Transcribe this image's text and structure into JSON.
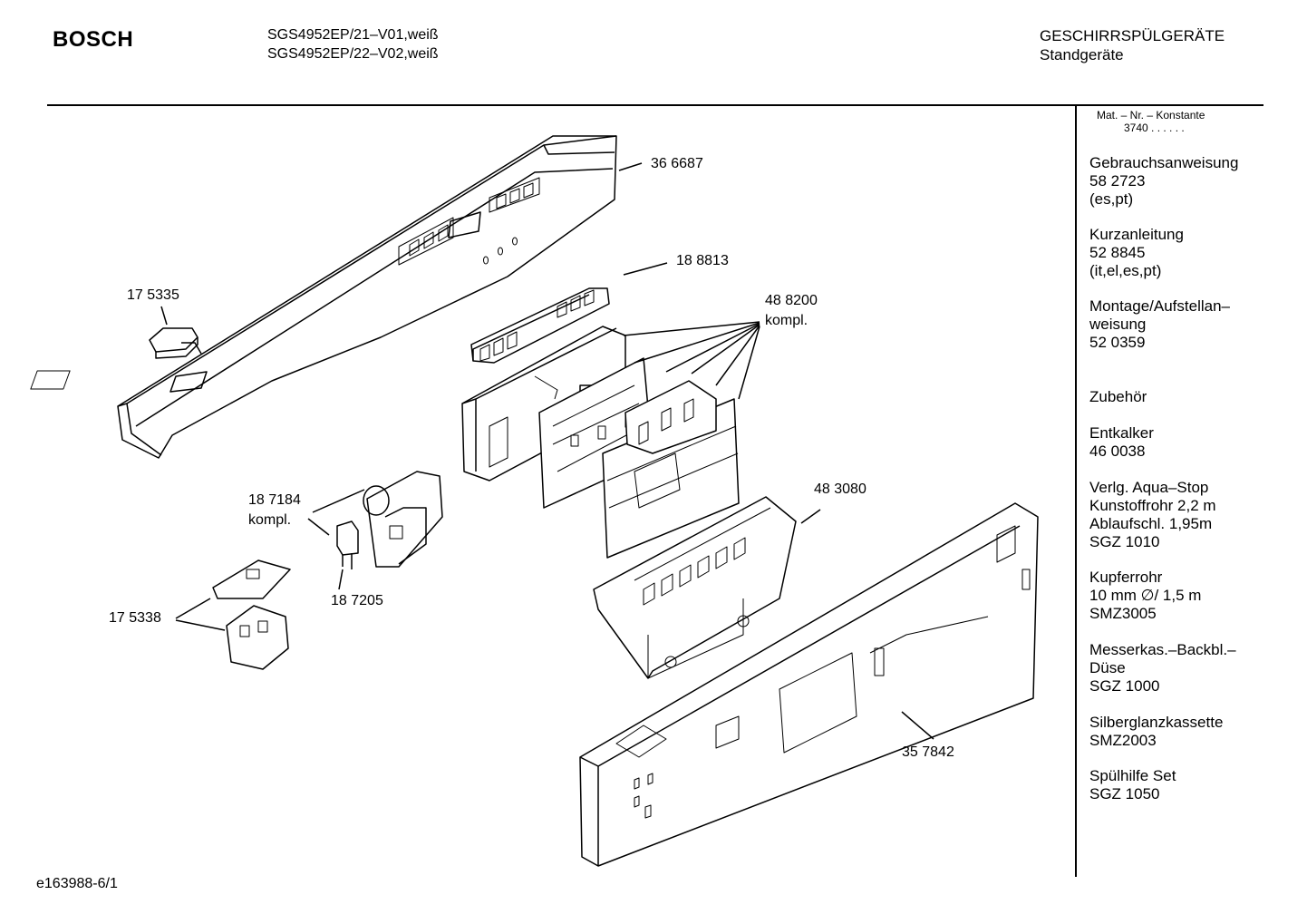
{
  "header": {
    "brand": "BOSCH",
    "models": [
      "SGS4952EP/21–V01,weiß",
      "SGS4952EP/22–V02,weiß"
    ],
    "category": "GESCHIRRSPÜLGERÄTE",
    "subcategory": "Standgeräte"
  },
  "sidebar": {
    "mat_label": "Mat. – Nr. – Konstante",
    "mat_value": "3740  .  .  .  .  .  .",
    "sections": [
      {
        "lines": [
          "Gebrauchsanweisung",
          "58 2723",
          "(es,pt)"
        ]
      },
      {
        "lines": [
          "Kurzanleitung",
          "52 8845",
          "(it,el,es,pt)"
        ]
      },
      {
        "lines": [
          "Montage/Aufstellan–",
          "weisung",
          "52 0359"
        ]
      },
      {
        "lines": [
          "Zubehör"
        ]
      },
      {
        "lines": [
          "Entkalker",
          "46 0038"
        ]
      },
      {
        "lines": [
          "Verlg. Aqua–Stop",
          "Kunstoffrohr 2,2 m",
          "Ablaufschl. 1,95m",
          "SGZ 1010"
        ]
      },
      {
        "lines": [
          "Kupferrohr",
          "10 mm ∅/ 1,5 m",
          "SMZ3005"
        ]
      },
      {
        "lines": [
          "Messerkas.–Backbl.–",
          "Düse",
          "SGZ 1000"
        ]
      },
      {
        "lines": [
          "Silberglanzkassette",
          "SMZ2003"
        ]
      },
      {
        "lines": [
          "Spülhilfe Set",
          "SGZ 1050"
        ]
      }
    ]
  },
  "parts": {
    "p366687": "36 6687",
    "p188813": "18 8813",
    "p488200": "48 8200",
    "p488200_note": "kompl.",
    "p175335": "17 5335",
    "p187184": "18 7184",
    "p187184_note": "kompl.",
    "p187205": "18 7205",
    "p175338": "17 5338",
    "p483080": "48 3080",
    "p357842": "35 7842"
  },
  "footer": {
    "code": "e163988-6/1"
  }
}
